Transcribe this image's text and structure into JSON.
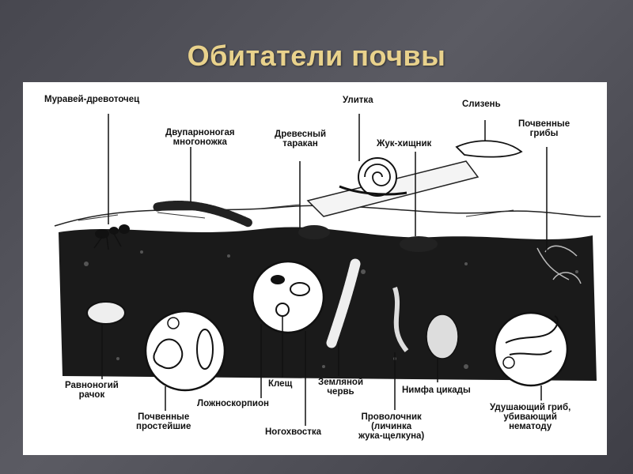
{
  "slide": {
    "title": "Обитатели почвы"
  },
  "labels": {
    "ant": "Муравей-древоточец",
    "millipede_l1": "Двупарноногая",
    "millipede_l2": "многоножка",
    "cockroach_l1": "Древесный",
    "cockroach_l2": "таракан",
    "snail": "Улитка",
    "beetle": "Жук-хищник",
    "slug": "Слизень",
    "fungi_l1": "Почвенные",
    "fungi_l2": "грибы",
    "isopod_l1": "Равноногий",
    "isopod_l2": "рачок",
    "protozoa_l1": "Почвенные",
    "protozoa_l2": "простейшие",
    "pseudoscorpion": "Ложноскорпион",
    "springtail": "Ногохвостка",
    "mite": "Клещ",
    "earthworm_l1": "Земляной",
    "earthworm_l2": "червь",
    "wireworm_l1": "Проволочник",
    "wireworm_l2": "(личинка",
    "wireworm_l3": "жука-щелкуна)",
    "cicada": "Нимфа цикады",
    "nematode_fungus_l1": "Удушающий гриб,",
    "nematode_fungus_l2": "убивающий",
    "nematode_fungus_l3": "нематоду"
  },
  "colors": {
    "title": "#e9d28c",
    "ink": "#111111",
    "paper": "#ffffff"
  }
}
